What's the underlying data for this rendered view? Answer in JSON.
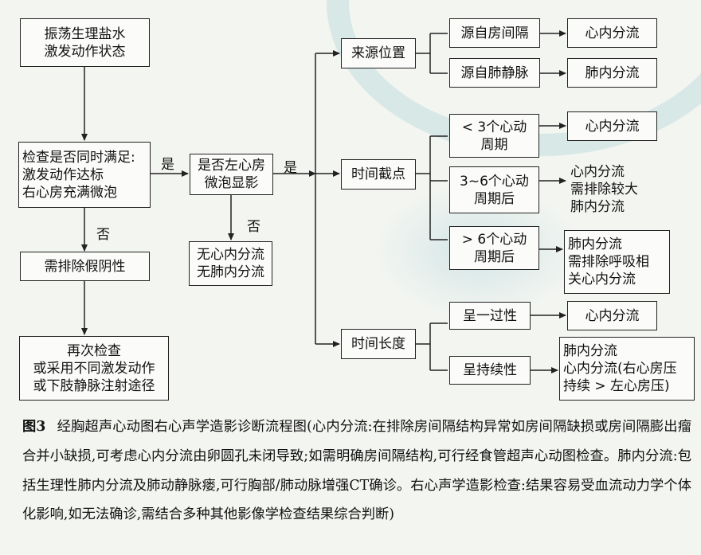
{
  "diagram": {
    "start": "振荡生理盐水\n激发动作状态",
    "check": "检查是否同时满足:\n激发动作达标\n  右心房充满微泡",
    "exclude_false_neg": "需排除假阴性",
    "recheck": "再次检查\n或采用不同激发动作\n或下肢静脉注射途径",
    "la_bubbles": "是否左心房\n微泡显影",
    "no_shunt": "无心内分流\n无肺内分流",
    "source": "来源位置",
    "timing": "时间截点",
    "duration": "时间长度",
    "from_septum": "源自房间隔",
    "from_pv": "源自肺静脉",
    "lt3": "< 3个心动\n周期",
    "b3to6": "3~6个心动\n周期后",
    "gt6": "> 6个心动\n周期后",
    "transient": "呈一过性",
    "persistent": "呈持续性",
    "r_intra1": "心内分流",
    "r_pulm1": "肺内分流",
    "r_intra2": "心内分流",
    "r_mixed1": "心内分流\n需排除较大\n  肺内分流",
    "r_mixed2": "肺内分流\n需排除呼吸相\n  关心内分流",
    "r_intra3": "心内分流",
    "r_persist": "肺内分流\n心内分流(右心房压\n  持续 > 左心房压)",
    "yes1": "是",
    "yes2": "是",
    "no1": "否",
    "no2": "否"
  },
  "caption": {
    "figure_no": "图3",
    "text": "经胸超声心动图右心声学造影诊断流程图(心内分流:在排除房间隔结构异常如房间隔缺损或房间隔膨出瘤合并小缺损,可考虑心内分流由卵圆孔未闭导致;如需明确房间隔结构,可行经食管超声心动图检查。肺内分流:包括生理性肺内分流及肺动静脉瘘,可行胸部/肺动脉增强CT确诊。右心声学造影检查:结果容易受血流动力学个体化影响,如无法确诊,需结合多种其他影像学检查结果综合判断)"
  },
  "colors": {
    "line": "#222222",
    "watermark": "#4aa3b0"
  }
}
